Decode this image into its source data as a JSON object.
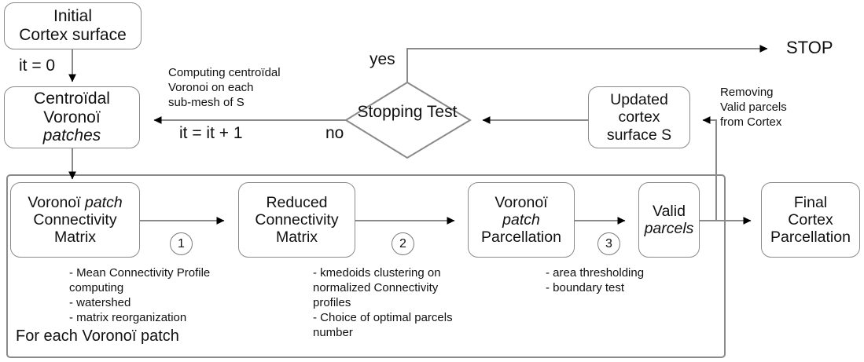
{
  "diagram": {
    "title": "Cortex parcellation pipeline flowchart",
    "colors": {
      "stroke": "#8a8a8a",
      "arrow": "#000000",
      "text": "#111111",
      "background": "#ffffff"
    },
    "nodes": {
      "initial_cortex": {
        "line1": "Initial",
        "line2": "Cortex surface"
      },
      "centroidal_patches": {
        "line1": "Centroïdal",
        "line2": "Voronoï",
        "line3": "patches"
      },
      "stopping_test": {
        "line1": "Stopping",
        "line2": "Test"
      },
      "updated_cortex": {
        "line1": "Updated",
        "line2": "cortex",
        "line3": "surface S"
      },
      "voronoi_conn_matrix": {
        "line1a": "Voronoï ",
        "line1b": "patch",
        "line2": "Connectivity",
        "line3": "Matrix"
      },
      "reduced_conn_matrix": {
        "line1": "Reduced",
        "line2": "Connectivity",
        "line3": "Matrix"
      },
      "voronoi_parcellation": {
        "line1": "Voronoï",
        "line2": "patch",
        "line3": "Parcellation"
      },
      "valid_parcels": {
        "line1": "Valid",
        "line2": "parcels"
      },
      "final_parcellation": {
        "line1": "Final",
        "line2": "Cortex",
        "line3": "Parcellation"
      }
    },
    "edge_labels": {
      "it_zero": "it = 0",
      "it_increment": "it = it + 1",
      "yes": "yes",
      "no": "no",
      "stop": "STOP"
    },
    "notes": {
      "computing_centroidal": {
        "line1": "Computing centroïdal",
        "line2": "Voronoi on each",
        "line3a": "sub-mesh",
        "line3b": " of S"
      },
      "removing_parcels": {
        "line1": "Removing",
        "line2a": "Valid pa",
        "line2b": "rcels",
        "line3": "from Cortex"
      }
    },
    "step_badges": [
      "1",
      "2",
      "3"
    ],
    "step_details": {
      "step1": [
        "- Mean Connectivity Profile",
        "   computing",
        "- watershed",
        "- matrix reorganization"
      ],
      "step2": [
        "- kmedoids clustering on",
        "  normalized Connectivity",
        "  profiles",
        "- Choice of optimal parcels",
        "number"
      ],
      "step3": [
        "- area thresholding",
        "- boundary test"
      ]
    },
    "group_label": "For each Voronoï patch"
  }
}
